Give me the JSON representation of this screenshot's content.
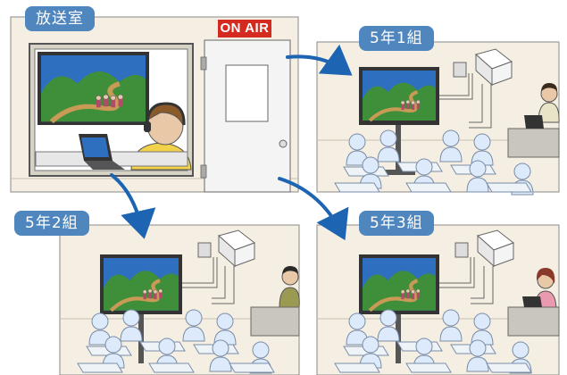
{
  "broadcast_room": {
    "label": "放送室",
    "on_air_sign": "ON AIR"
  },
  "classrooms": [
    {
      "label": "5年1組"
    },
    {
      "label": "5年2組"
    },
    {
      "label": "5年3組"
    }
  ],
  "colors": {
    "label_bg": "#4f86bd",
    "arrow": "#1d64b2",
    "on_air": "#d42a1f",
    "room_wall": "#f5efe3",
    "student": "#dceafb",
    "screen_sky": "#2f6fbf",
    "hill": "#3f8f3a"
  },
  "icons": [
    "laptop-icon",
    "wireless-access-point-icon",
    "microphone-headset-icon"
  ]
}
